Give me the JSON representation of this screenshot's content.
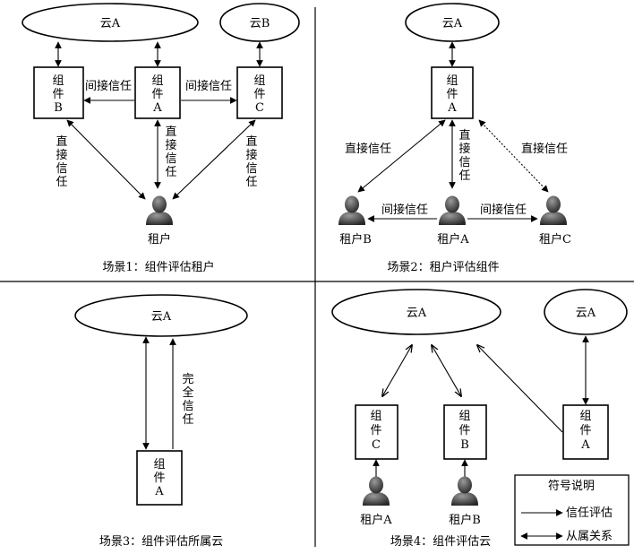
{
  "clouds": {
    "cloud_a": "云A",
    "cloud_b": "云B"
  },
  "components": {
    "a": [
      "组",
      "件",
      "A"
    ],
    "b": [
      "组",
      "件",
      "B"
    ],
    "c": [
      "组",
      "件",
      "C"
    ]
  },
  "trust": {
    "indirect": "间接信任",
    "direct": "直接信任",
    "direct_vertical": [
      "直",
      "接",
      "信",
      "任"
    ],
    "full_vertical": [
      "完",
      "全",
      "信",
      "任"
    ]
  },
  "tenants": {
    "tenant": "租户",
    "tenant_a": "租户A",
    "tenant_b": "租户B",
    "tenant_c": "租户C"
  },
  "scenarios": {
    "s1": "场景1：组件评估租户",
    "s2": "场景2：租户评估组件",
    "s3": "场景3：组件评估所属云",
    "s4": "场景4：组件评估云"
  },
  "legend": {
    "title": "符号说明",
    "trust_eval": "信任评估",
    "membership": "从属关系"
  },
  "colors": {
    "person_dark": "#2b2b2b",
    "person_light": "#8a8a8a",
    "line": "#000000"
  }
}
